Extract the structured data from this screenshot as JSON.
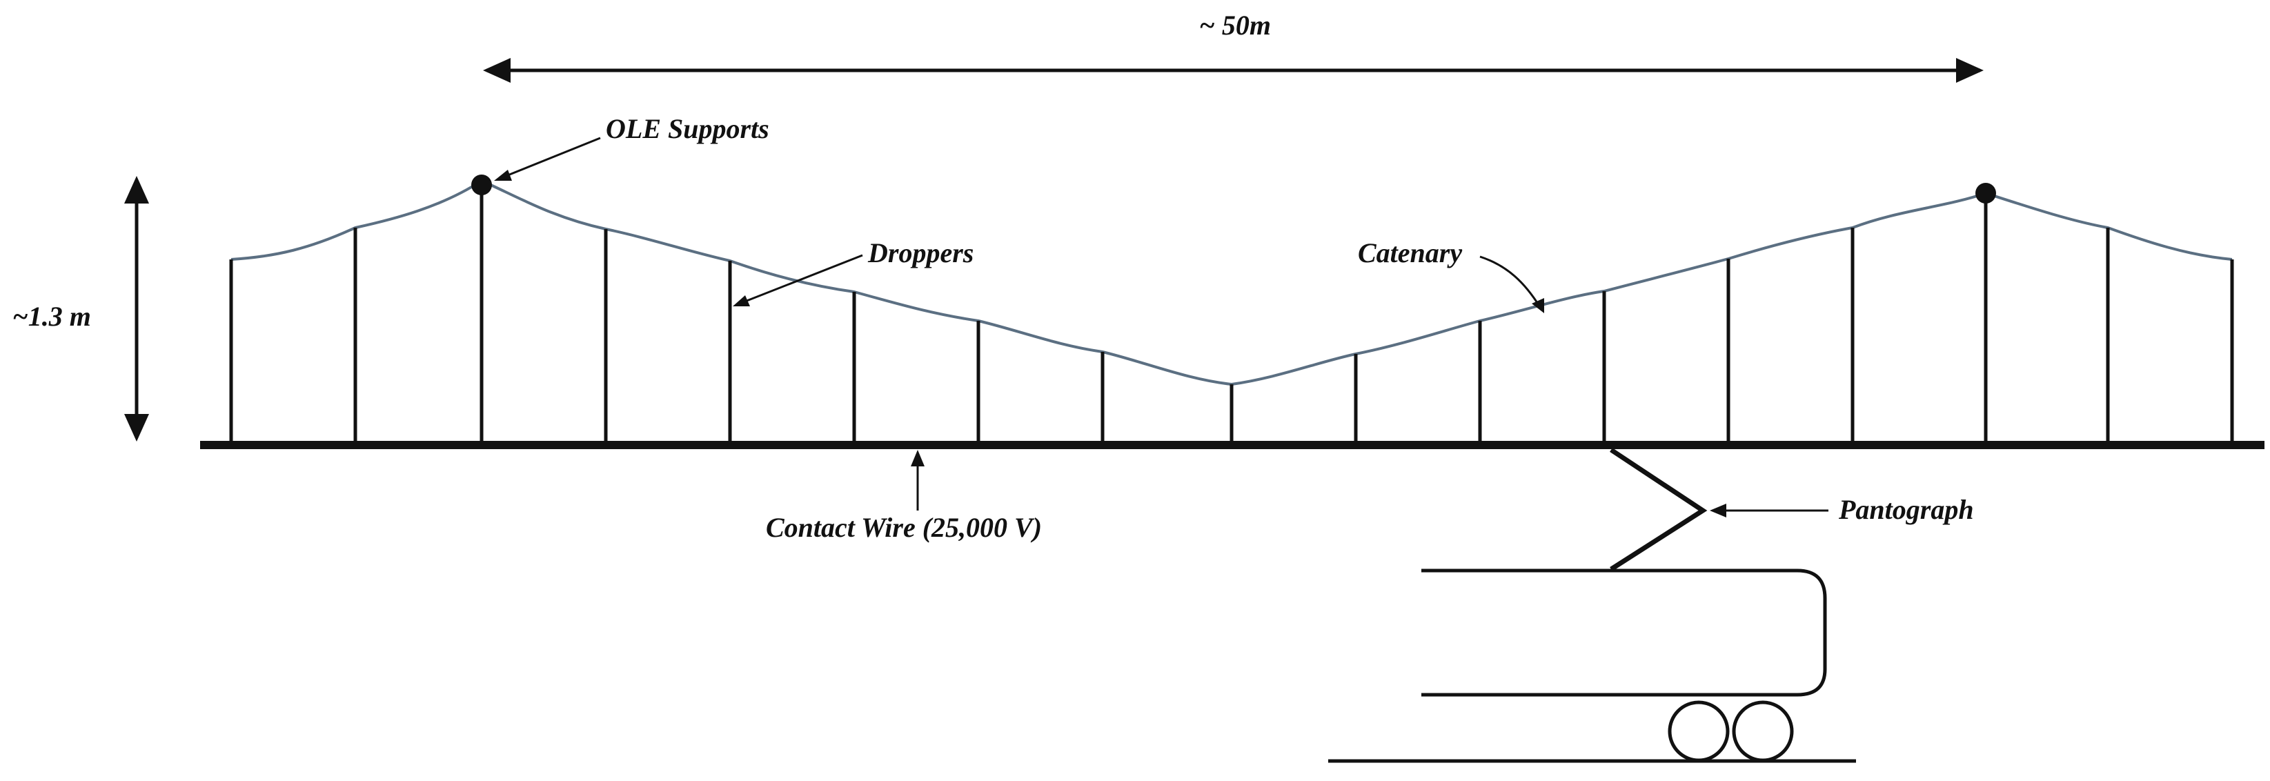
{
  "labels": {
    "span": "~ 50m",
    "height": "~1.3 m",
    "supports": "OLE Supports",
    "droppers": "Droppers",
    "catenary": "Catenary",
    "contact_wire": "Contact Wire (25,000 V)",
    "pantograph": "Pantograph"
  },
  "colors": {
    "ink": "#111111",
    "catenary": "#5b6f82"
  }
}
